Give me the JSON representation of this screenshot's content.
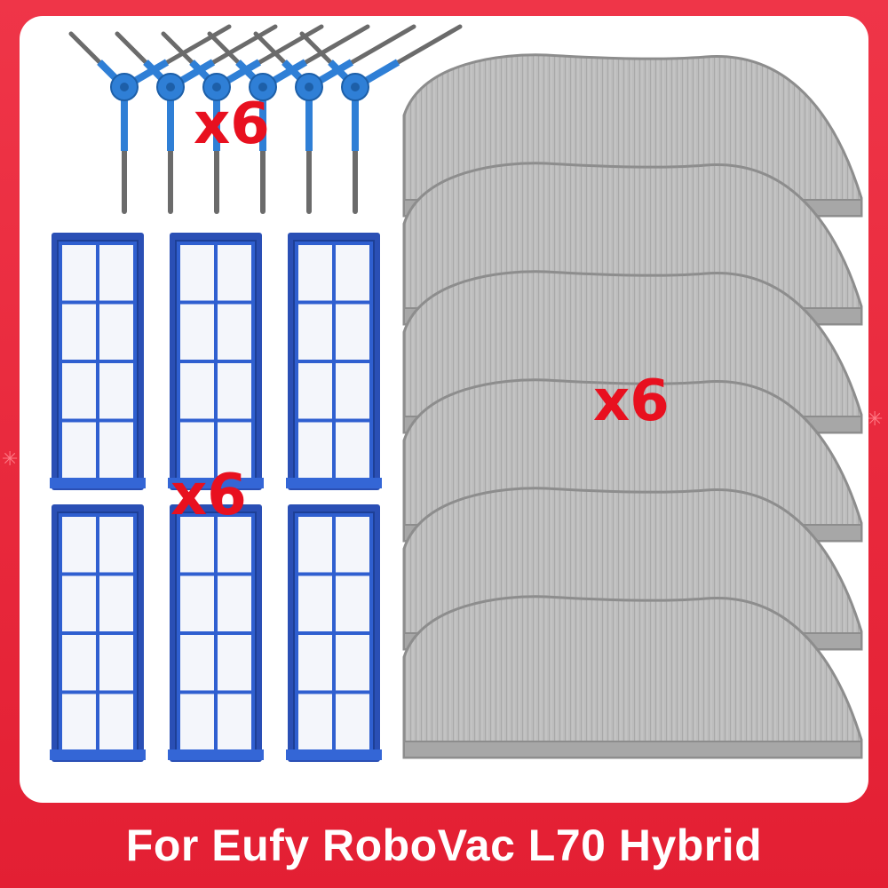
{
  "title": "For Eufy RoboVac L70 Hybrid",
  "brushes": {
    "qty": "x6",
    "count": 6
  },
  "filters": {
    "qty": "x6",
    "count": 6
  },
  "mops": {
    "qty": "x6",
    "count": 6
  },
  "colors": {
    "background": "#e8283a",
    "panel": "#ffffff",
    "brush_hub": "#2f7fd6",
    "brush_bristle": "#6b6b6b",
    "filter_frame": "#2a4fb5",
    "filter_media": "#f4f6fb",
    "mop_cloth": "#b9b9b9",
    "mop_edge": "#8d8d8d",
    "qty_text": "#e8101f",
    "title_text": "#ffffff"
  }
}
